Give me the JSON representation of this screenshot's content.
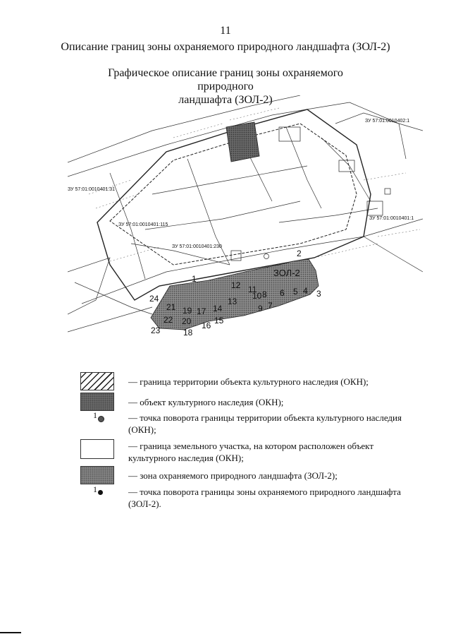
{
  "page": {
    "number": "11",
    "title": "Описание границ зоны охраняемого природного ландшафта (ЗОЛ-2)",
    "subtitle_line1": "Графическое описание границ зоны охраняемого природного",
    "subtitle_line2": "ландшафта (ЗОЛ-2)"
  },
  "plan": {
    "cadastral_labels": [
      "ЗУ 57:01:0010402:1",
      "ЗУ 57:01:0010401:31",
      "ЗУ 57:01:0010401:115",
      "ЗУ 57:01:0010401:230",
      "ЗУ 57:01:0010401:1"
    ],
    "zone_label": "ЗОЛ-2",
    "points": [
      "1",
      "2",
      "3",
      "4",
      "5",
      "6",
      "7",
      "8",
      "9",
      "10",
      "11",
      "12",
      "13",
      "14",
      "15",
      "16",
      "17",
      "18",
      "19",
      "20",
      "21",
      "22",
      "23",
      "24"
    ]
  },
  "legend": {
    "items": [
      {
        "text": "— граница территории объекта культурного наследия (ОКН);"
      },
      {
        "text": "— объект культурного наследия (ОКН);"
      },
      {
        "number": "1",
        "text_line1": "— точка поворота границы территории объекта культурного наследия",
        "text_line2": "(ОКН);"
      },
      {
        "text_line1": "— граница земельного участка, на котором расположен объект",
        "text_line2": "культурного наследия (ОКН);"
      },
      {
        "text": "— зона охраняемого природного ландшафта (ЗОЛ-2);"
      },
      {
        "number": "1",
        "text_line1": "— точка поворота границы зоны охраняемого природного ландшафта",
        "text_line2": "(ЗОЛ-2)."
      }
    ]
  },
  "colors": {
    "zone_fill": "#7a7a7a",
    "okn_fill": "#5e5e5e",
    "line": "#222222"
  }
}
